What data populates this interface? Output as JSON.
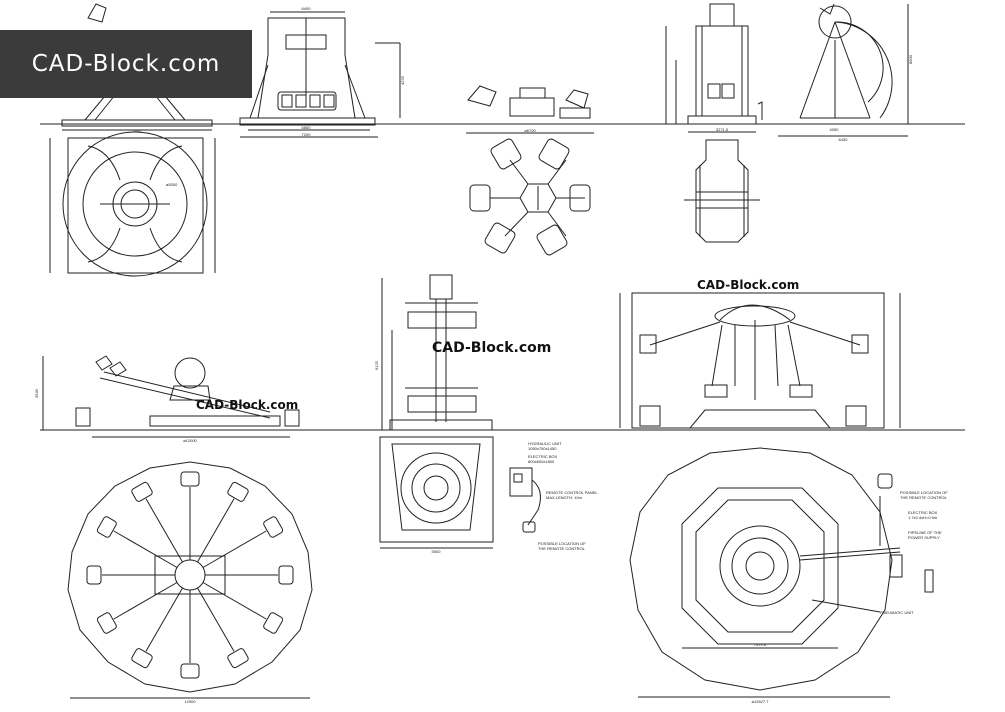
{
  "banner": {
    "label": "CAD-Block.com"
  },
  "watermarks": {
    "center": "CAD-Block.com",
    "right": "CAD-Block.com",
    "left": "CAD-Block.com"
  },
  "dims": {
    "d7800": "7800",
    "d6400": "6400",
    "d5850": "5850",
    "d7200": "7200",
    "d4225": "4225",
    "d6700": "ø6700",
    "d3271": "3271.5",
    "d4050": "4050",
    "d6430": "6430",
    "d8900": "8900",
    "d5300": "ø5300",
    "d12000a": "ø12000",
    "d12900": "12900",
    "d5500": "5500",
    "d7674": "7674.8",
    "d12627": "ø12627.7",
    "d9125": "9125",
    "d3540": "3540"
  },
  "notes": {
    "hyd": "HYDRAULIC UNIT",
    "hyd_size": "1050x750x1450",
    "elec_box": "ELECTRIC BOX",
    "elec_size": "800x600x1800",
    "remote_panel": "REMOTE CONTROL PANEL",
    "max_length": "MAX LENGTH: 10m",
    "possible_remote": "POSSIBLE LOCATION OF",
    "possible_remote2": "THE REMOTE CONTROL",
    "r_possible1": "POSSIBLE LOCATION OF",
    "r_possible2": "THE REMOTE CONTROL",
    "r_elec": "ELECTRIC BOX",
    "r_elec_size": "1.7x0.4xH=0.9m",
    "r_pipe1": "PIPELINE OF THE",
    "r_pipe2": "POWER SUPPLY",
    "r_pneu": "PNEUMATIC UNIT"
  }
}
